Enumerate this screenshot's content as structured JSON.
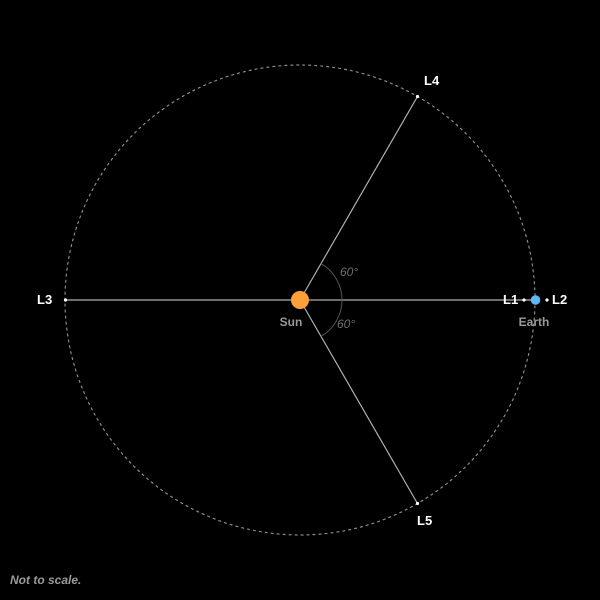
{
  "diagram": {
    "sun_label": "Sun",
    "earth_label": "Earth",
    "angle_upper": "60°",
    "angle_lower": "60°",
    "points": {
      "l1": "L1",
      "l2": "L2",
      "l3": "L3",
      "l4": "L4",
      "l5": "L5"
    },
    "colors": {
      "sun": "#ff9f3a",
      "earth": "#5bb8f5",
      "background": "#000000"
    }
  },
  "footnote": "Not to scale."
}
